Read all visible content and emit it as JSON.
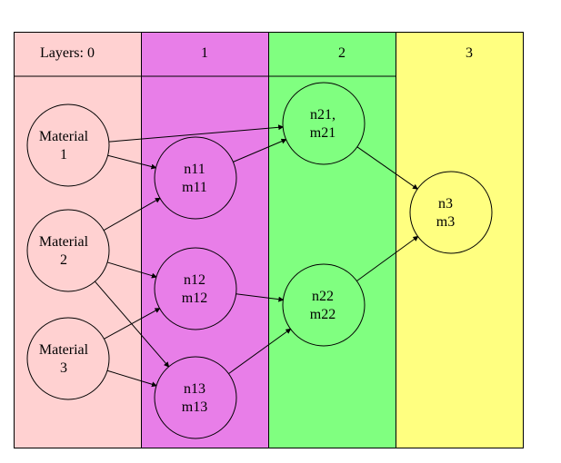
{
  "colors": {
    "col0": "#ffd1d1",
    "col1": "#e87ee8",
    "col2": "#80ff80",
    "col3": "#ffff80",
    "stroke": "#000000"
  },
  "headers": [
    "Layers: 0",
    "1",
    "2",
    "3"
  ],
  "nodes": [
    {
      "id": "material-1",
      "col": 0,
      "lines": [
        "Material",
        "1"
      ]
    },
    {
      "id": "material-2",
      "col": 0,
      "lines": [
        "Material",
        "2"
      ]
    },
    {
      "id": "material-3",
      "col": 0,
      "lines": [
        "Material",
        "3"
      ]
    },
    {
      "id": "n11",
      "col": 1,
      "lines": [
        "n11",
        "m11"
      ]
    },
    {
      "id": "n12",
      "col": 1,
      "lines": [
        "n12",
        "m12"
      ]
    },
    {
      "id": "n13",
      "col": 1,
      "lines": [
        "n13",
        "m13"
      ]
    },
    {
      "id": "n21",
      "col": 2,
      "lines": [
        "n21,",
        "m21"
      ]
    },
    {
      "id": "n22",
      "col": 2,
      "lines": [
        "n22",
        "m22"
      ]
    },
    {
      "id": "n3",
      "col": 3,
      "lines": [
        "n3",
        "m3"
      ]
    }
  ],
  "edges": [
    {
      "from": "material-1",
      "to": "n11"
    },
    {
      "from": "material-1",
      "to": "n21"
    },
    {
      "from": "material-2",
      "to": "n11"
    },
    {
      "from": "material-2",
      "to": "n12"
    },
    {
      "from": "material-2",
      "to": "n13"
    },
    {
      "from": "material-3",
      "to": "n12"
    },
    {
      "from": "material-3",
      "to": "n13"
    },
    {
      "from": "n11",
      "to": "n21"
    },
    {
      "from": "n12",
      "to": "n22"
    },
    {
      "from": "n13",
      "to": "n22"
    },
    {
      "from": "n21",
      "to": "n3"
    },
    {
      "from": "n22",
      "to": "n3"
    }
  ]
}
